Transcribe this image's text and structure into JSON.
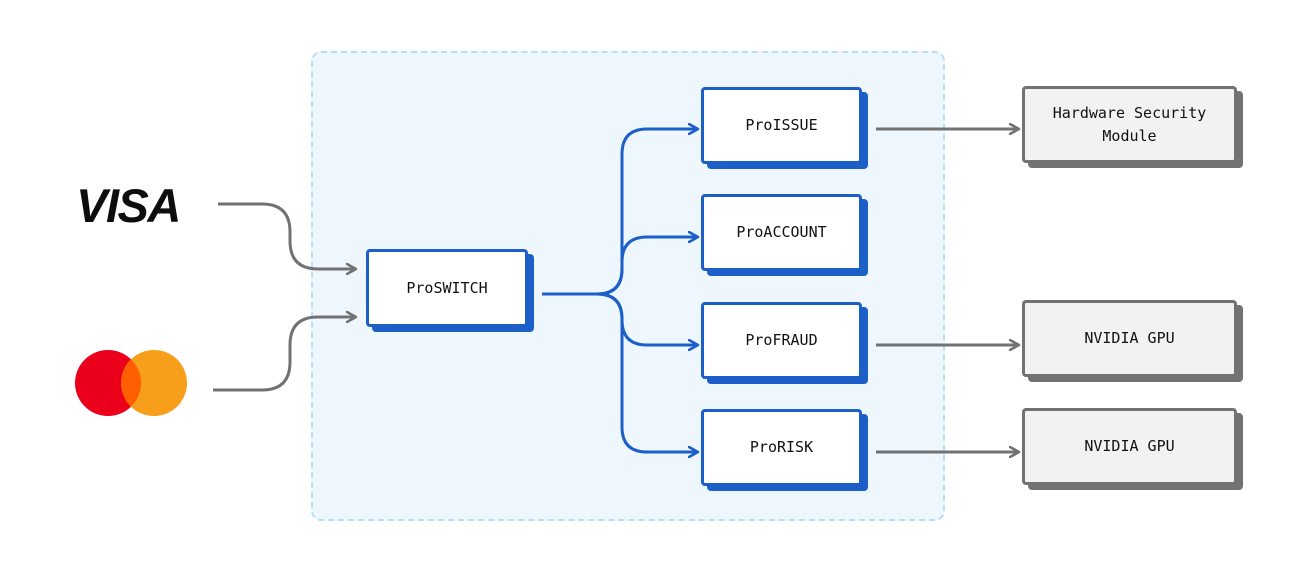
{
  "networks": {
    "visa": {
      "label": "VISA",
      "color": "#0d0d0d"
    },
    "mastercard": {
      "colors": {
        "left": "#eb001b",
        "right": "#f79e1b",
        "overlap": "#ff5f00"
      }
    }
  },
  "nodes": {
    "proswitch": "ProSWITCH",
    "proissue": "ProISSUE",
    "proaccount": "ProACCOUNT",
    "profraud": "ProFRAUD",
    "prorisk": "ProRISK"
  },
  "resources": {
    "hsm": "Hardware Security\nModule",
    "gpu_fraud": "NVIDIA GPU",
    "gpu_risk": "NVIDIA GPU"
  },
  "colors": {
    "service_border": "#1c5fc8",
    "resource_border": "#727272",
    "zone_fill": "#eef7fe",
    "zone_border": "#b9dcf7",
    "arrow_blue": "#1c5fc8",
    "arrow_grey": "#727272"
  }
}
